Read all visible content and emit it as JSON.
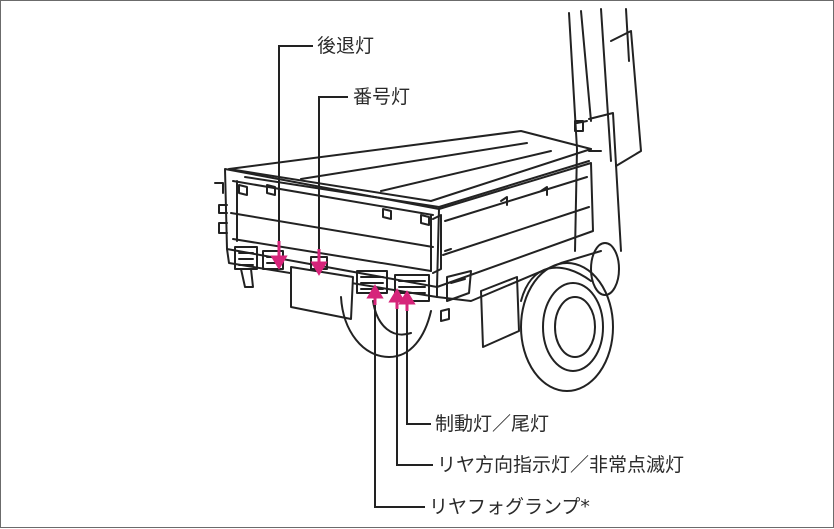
{
  "figure": {
    "subject": "light-truck-rear-lamps",
    "callout_color": "#d6247a",
    "line_color": "#222222"
  },
  "labels": {
    "reverse_lamp": "後退灯",
    "license_plate_lamp": "番号灯",
    "brake_tail_lamp": "制動灯／尾灯",
    "rear_turn_hazard_lamp": "リヤ方向指示灯／非常点滅灯",
    "rear_fog_lamp": "リヤフォグランプ*"
  }
}
